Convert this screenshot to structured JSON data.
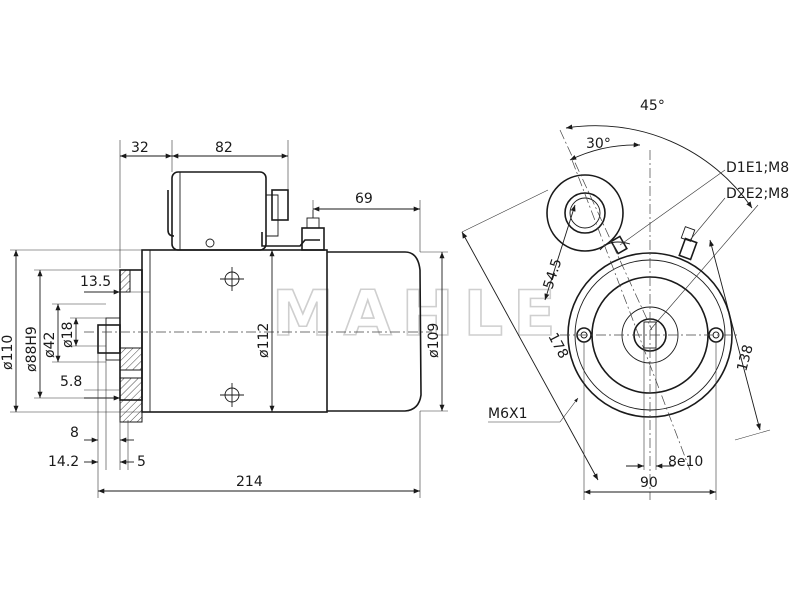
{
  "watermark": "MAHLE",
  "side_view": {
    "dims": {
      "d32": "32",
      "d82": "82",
      "d69": "69",
      "d13_5": "13.5",
      "d110": "ø110",
      "d88h9": "ø88H9",
      "d42": "ø42",
      "d18": "ø18",
      "d112": "ø112",
      "d109": "ø109",
      "d5_8": "5.8",
      "d8": "8",
      "d14_2": "14.2",
      "d5": "5",
      "d214": "214"
    }
  },
  "end_view": {
    "dims": {
      "a45": "45°",
      "a30": "30°",
      "terminal1": "D1E1;M8",
      "terminal2": "D2E2;M8",
      "d54_5": "54.5",
      "d178": "178",
      "d138": "138",
      "m6x1": "M6X1",
      "d8e10": "8e10",
      "d90": "90"
    }
  }
}
